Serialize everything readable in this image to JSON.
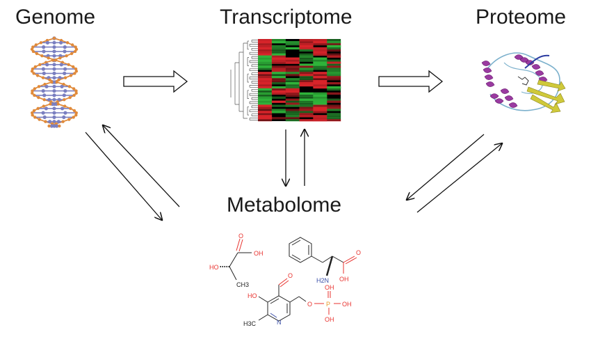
{
  "nodes": {
    "genome": "Genome",
    "transcriptome": "Transcriptome",
    "proteome": "Proteome",
    "metabolome": "Metabolome"
  },
  "molecules": {
    "lactic_acid": {
      "oh": "OH",
      "ho": "HO",
      "ch3": "CH3"
    },
    "phenylalanine": {
      "nh2": "H2N",
      "oh": "OH"
    },
    "pyridoxal_phosphate": {
      "ho": "HO",
      "oh1": "OH",
      "oh2": "OH",
      "oh3": "OH",
      "p": "P",
      "o": "O",
      "n": "N",
      "ch3": "H3C"
    }
  },
  "colors": {
    "atom_oxygen": "#e8322e",
    "atom_nitrogen": "#3a4fa8",
    "dna_backbone": "#e08a3a",
    "dna_base": "#7a7fc0",
    "heatmap_red": "#d8242a",
    "heatmap_green": "#2fb33a",
    "helix": "#9a3aa0",
    "sheet": "#c8c43a"
  },
  "icons": {
    "genome": "dna-double-helix-icon",
    "transcriptome": "heatmap-dendrogram-icon",
    "proteome": "protein-ribbon-icon"
  }
}
